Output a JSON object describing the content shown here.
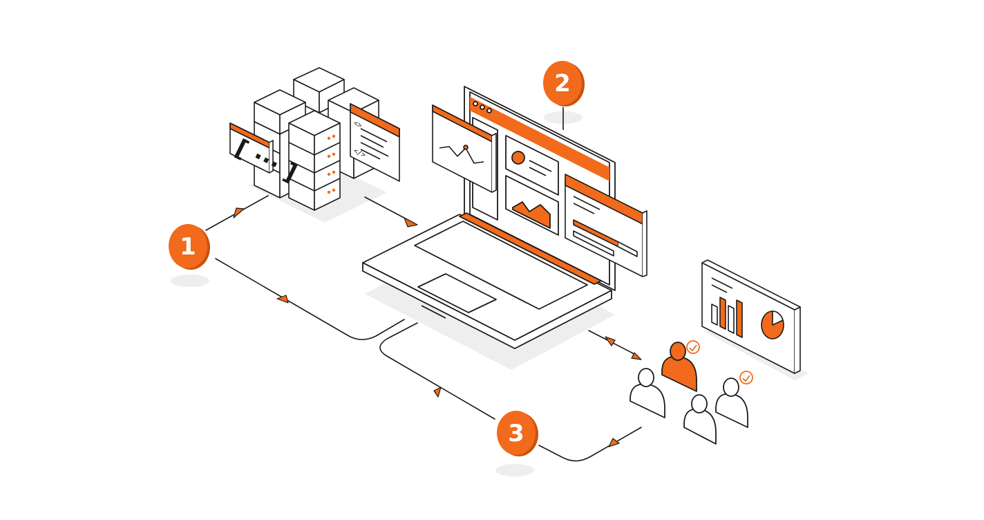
{
  "colors": {
    "accent": "#F26A1B",
    "stroke": "#1A1A1A",
    "background": "#FFFFFF",
    "fill": "#FFFFFF",
    "shadow": "#EDEDED"
  },
  "steps": [
    {
      "number": "1",
      "icon": "number-badge-1"
    },
    {
      "number": "2",
      "icon": "number-badge-2"
    },
    {
      "number": "3",
      "icon": "number-badge-3"
    }
  ],
  "icons": {
    "server": "server-stack-icon",
    "laptop": "laptop-icon",
    "dashboard": "dashboard-panel-icon",
    "users": "user-group-icon",
    "report": "report-chart-icon"
  },
  "code_panel": {
    "glyphs": [
      "<>",
      "</>"
    ]
  },
  "bracket_panel": {
    "glyph": "[ ··· ]"
  }
}
